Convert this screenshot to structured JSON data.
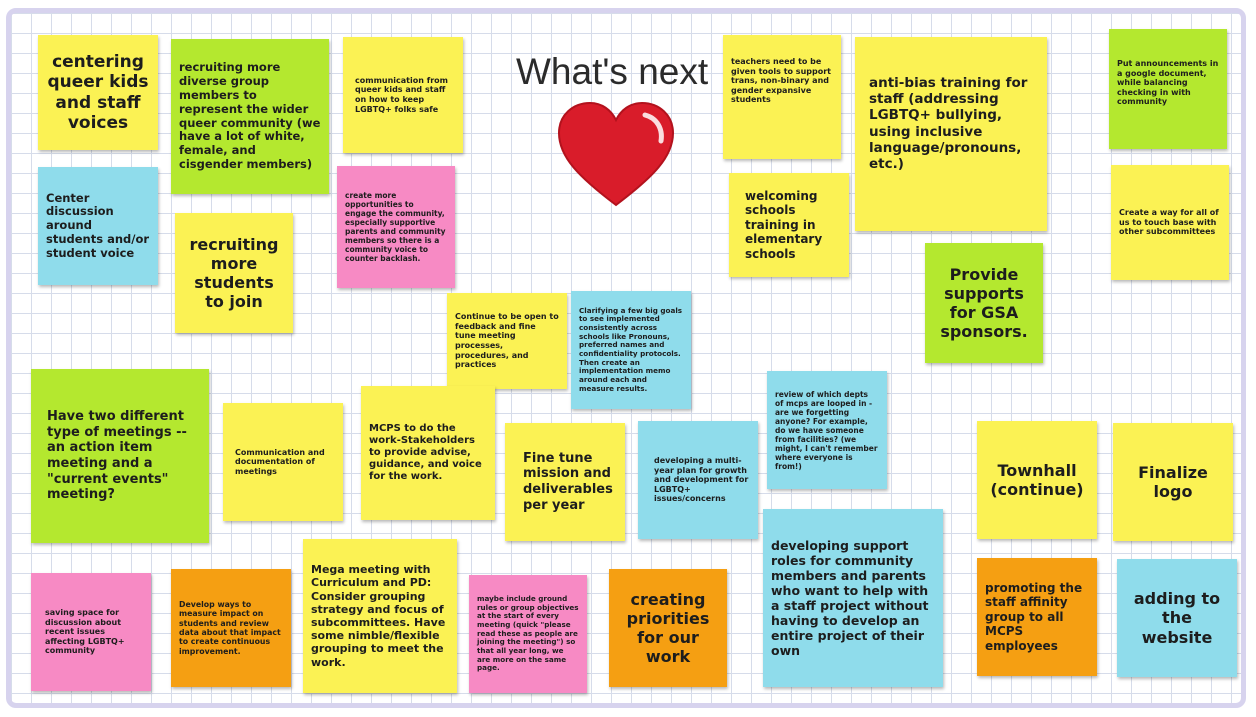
{
  "title": "What's next",
  "colors": {
    "yellow": "#fbf254",
    "green": "#b4e82f",
    "blue": "#8fdceb",
    "pink": "#f78ac4",
    "orange": "#f59f12",
    "heart": "#d91c2a"
  },
  "heart_icon": "heart-icon",
  "notes": [
    {
      "color": "yellow",
      "text": "centering queer kids and staff voices"
    },
    {
      "color": "green",
      "text": "recruiting more diverse group members to represent the wider queer community (we have a lot of white, female, and cisgender members)"
    },
    {
      "color": "yellow",
      "text": "communication from  queer kids and staff on how to keep LGBTQ+ folks safe"
    },
    {
      "color": "yellow",
      "text": "teachers need to be given tools to support trans, non-binary and gender expansive students"
    },
    {
      "color": "yellow",
      "text": "anti-bias training for staff (addressing LGBTQ+ bullying, using inclusive language/pronouns, etc.)"
    },
    {
      "color": "green",
      "text": "Put announcements in a google document, while balancing checking in with community"
    },
    {
      "color": "blue",
      "text": "Center discussion around students and/or student voice"
    },
    {
      "color": "pink",
      "text": "create more opportunities to engage the community, especially supportive parents and community members so there is a community voice to counter backlash."
    },
    {
      "color": "yellow",
      "text": "recruiting more students to join"
    },
    {
      "color": "yellow",
      "text": "welcoming schools training in elementary schools"
    },
    {
      "color": "yellow",
      "text": "Create a way for all of us to touch base with other subcommittees"
    },
    {
      "color": "green",
      "text": "Provide supports for GSA sponsors."
    },
    {
      "color": "yellow",
      "text": "Continue to be open to feedback and fine tune meeting processes, procedures, and practices"
    },
    {
      "color": "blue",
      "text": "Clarifying a few big goals to see implemented consistently across schools like Pronouns, preferred names and confidentiality protocols. Then create an implementation memo around each and measure results."
    },
    {
      "color": "green",
      "text": "Have two different type of meetings -- an action item meeting and a \"current events\" meeting?"
    },
    {
      "color": "yellow",
      "text": "Communication and documentation of meetings"
    },
    {
      "color": "yellow",
      "text": "MCPS to do the work-Stakeholders to provide advise, guidance, and voice for the work."
    },
    {
      "color": "yellow",
      "text": "Fine tune mission and deliverables per year"
    },
    {
      "color": "blue",
      "text": "developing a multi-year plan for growth and development for LGBTQ+ issues/concerns"
    },
    {
      "color": "blue",
      "text": "review of which depts of mcps are looped in - are we forgetting anyone?  For example, do we have someone from facilities?  (we might, I can't remember where everyone is from!)"
    },
    {
      "color": "yellow",
      "text": "Townhall (continue)"
    },
    {
      "color": "yellow",
      "text": "Finalize logo"
    },
    {
      "color": "blue",
      "text": "developing support roles for community members and parents who want to help with a staff project without having to develop an entire project of their own"
    },
    {
      "color": "pink",
      "text": "saving space for discussion about recent issues affecting LGBTQ+ community"
    },
    {
      "color": "orange",
      "text": "Develop ways to measure impact on students and review data about that impact to create continuous improvement."
    },
    {
      "color": "yellow",
      "text": "Mega meeting with Curriculum and PD: Consider grouping strategy and focus of subcommittees. Have some nimble/flexible grouping to meet the work."
    },
    {
      "color": "pink",
      "text": "maybe include ground rules or group objectives at the start of every meeting (quick \"please read these as people are joining the meeting\") so that all year long, we are more on the same page."
    },
    {
      "color": "orange",
      "text": "creating priorities for our work"
    },
    {
      "color": "orange",
      "text": "promoting the staff affinity group to all MCPS employees"
    },
    {
      "color": "blue",
      "text": "adding to the website"
    }
  ]
}
